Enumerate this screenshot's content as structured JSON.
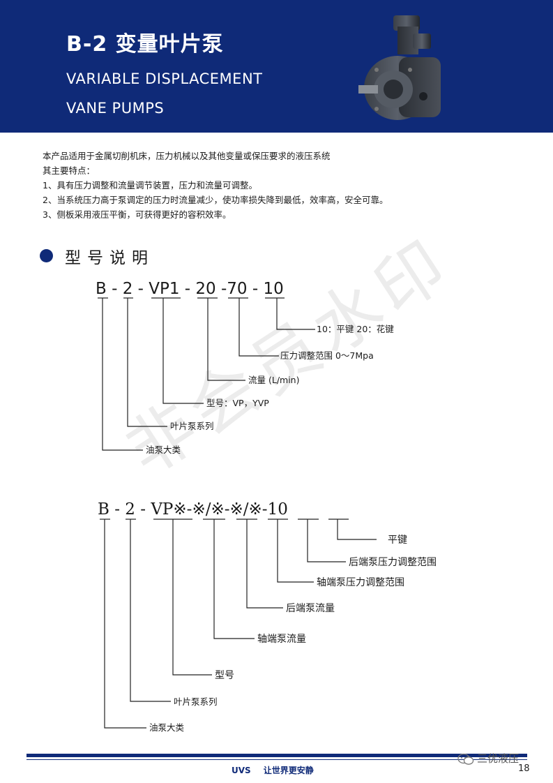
{
  "header": {
    "title": "B-2 变量叶片泵",
    "subtitle_line1": "VARIABLE   DISPLACEMENT",
    "subtitle_line2": "VANE   PUMPS"
  },
  "intro": [
    "本产品适用于金属切削机床，压力机械以及其他变量或保压要求的液压系统",
    "其主要特点：",
    "1、具有压力调整和流量调节装置，压力和流量可调整。",
    "2、当系统压力高于泵调定的压力时流量减少，使功率损失降到最低，效率高，安全可靠。",
    "3、侧板采用液压平衡，可获得更好的容积效率。"
  ],
  "section_title": "型号说明",
  "diagram1": {
    "code": "B - 2 - VP1 - 20 -70 - 10",
    "labels": [
      "10：平键 20：花键",
      "压力调整范围 0～7Mpa",
      "流量 (L/min)",
      "型号：VP，YVP",
      "叶片泵系列",
      "油泵大类"
    ]
  },
  "diagram2": {
    "code": "B - 2 - VP※-※/※-※/※-10",
    "labels": [
      "平键",
      "后端泵压力调整范围",
      "轴端泵压力调整范围",
      "后端泵流量",
      "轴端泵流量",
      "型号",
      "叶片泵系列",
      "油泵大类"
    ]
  },
  "watermark": "非会员水印",
  "footer": {
    "brand": "UVS",
    "slogan": "让世界更安静",
    "account": "三优液压",
    "page": "18"
  }
}
